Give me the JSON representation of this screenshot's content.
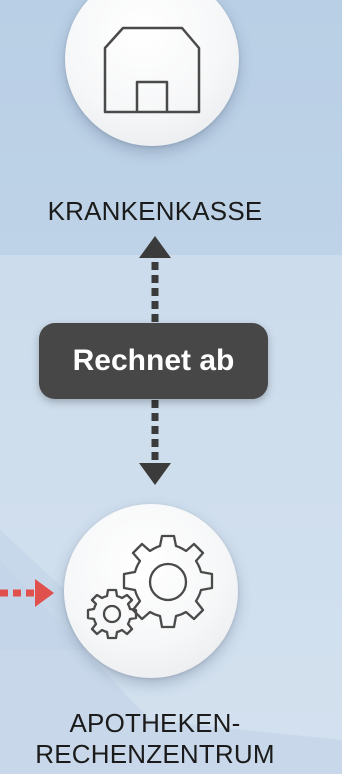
{
  "nodes": {
    "top": {
      "label": "KRANKENKASSE",
      "icon": "building-outline-icon"
    },
    "bottom": {
      "label_lines": [
        "APOTHEKEN-",
        "RECHENZENTRUM"
      ],
      "icon": "gears-icon"
    }
  },
  "connection": {
    "label": "Rechnet ab",
    "style": "dashed",
    "direction": "bidirectional"
  },
  "incoming_arrow": {
    "color": "#e0514d",
    "style": "dashed"
  },
  "colors": {
    "pill": "#474747",
    "connector": "#3b3b3b",
    "icon_stroke": "#4a4a4a",
    "background": "#cddceb"
  }
}
